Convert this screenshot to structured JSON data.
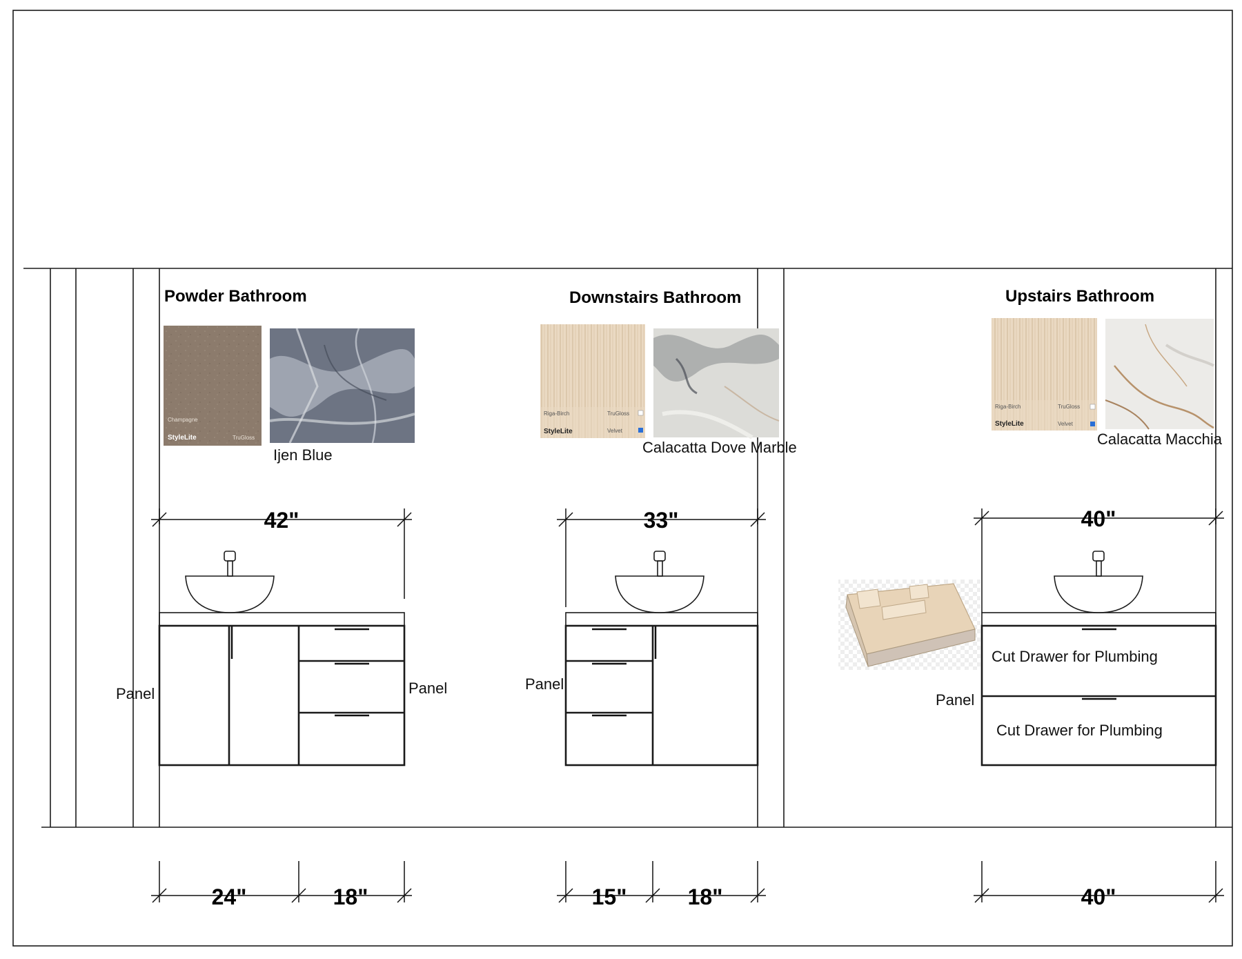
{
  "sections": [
    {
      "title": "Powder Bathroom",
      "swatches": {
        "cabinet": {
          "name": "Champagne",
          "brand": "StyleLite",
          "finish": "TruGloss",
          "color": "#8c7b6c"
        },
        "countertop": {
          "name": "Ijen Blue",
          "color": "#6d7483"
        }
      },
      "top_dimension": "42\"",
      "panel_labels": [
        "Panel",
        "Panel"
      ],
      "bottom_dimensions": [
        "24\"",
        "18\""
      ]
    },
    {
      "title": "Downstairs Bathroom",
      "swatches": {
        "cabinet": {
          "name": "Riga-Birch",
          "brand": "StyleLite",
          "finish_options": [
            "TruGloss",
            "Velvet"
          ],
          "color": "#e8d6bd"
        },
        "countertop": {
          "name": "Calacatta Dove Marble",
          "color": "#dcdcd8"
        }
      },
      "top_dimension": "33\"",
      "panel_labels": [
        "Panel"
      ],
      "bottom_dimensions": [
        "15\"",
        "18\""
      ]
    },
    {
      "title": "Upstairs Bathroom",
      "swatches": {
        "cabinet": {
          "name": "Riga-Birch",
          "brand": "StyleLite",
          "finish_options": [
            "TruGloss",
            "Velvet"
          ],
          "color": "#e8d6bd"
        },
        "countertop": {
          "name": "Calacatta Macchia",
          "color": "#ecebe8"
        }
      },
      "top_dimension": "40\"",
      "panel_labels": [
        "Panel"
      ],
      "drawer_labels": [
        "Cut Drawer for Plumbing",
        "Cut Drawer for Plumbing"
      ],
      "bottom_dimensions": [
        "40\""
      ]
    }
  ]
}
